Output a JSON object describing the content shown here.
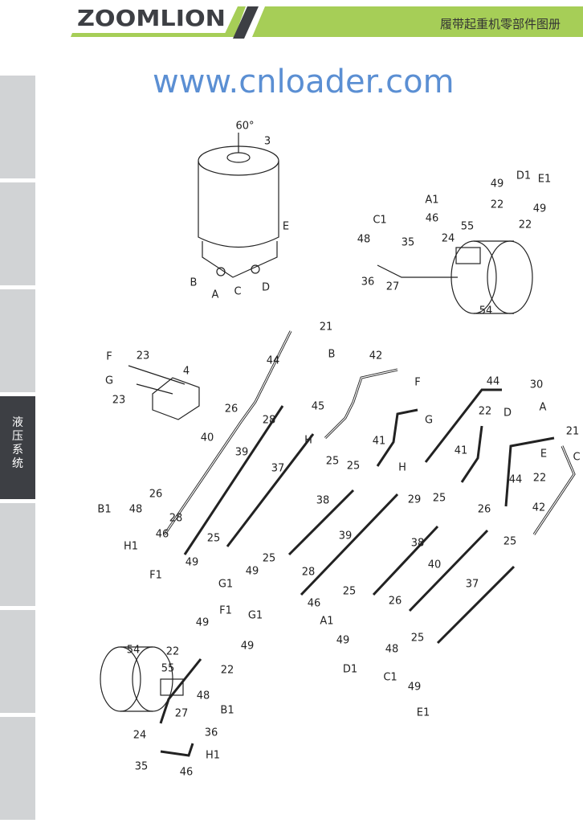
{
  "header": {
    "logo": "ZOOMLION",
    "title": "履带起重机零部件图册",
    "accent": "#a6ce57",
    "dark": "#3d3f44"
  },
  "sidebar": {
    "tabs": [
      "",
      "",
      "",
      "液压系统",
      "",
      "",
      ""
    ],
    "active_index": 3
  },
  "watermark": "www.cnloader.com",
  "callouts": [
    "60°",
    "3",
    "E",
    "B",
    "A",
    "C",
    "D",
    "D1",
    "E1",
    "49",
    "49",
    "A1",
    "C1",
    "46",
    "22",
    "22",
    "55",
    "48",
    "35",
    "24",
    "36",
    "27",
    "54",
    "21",
    "B",
    "44",
    "42",
    "F",
    "F",
    "23",
    "4",
    "G",
    "23",
    "30",
    "A",
    "44",
    "26",
    "45",
    "28",
    "G",
    "22",
    "D",
    "21",
    "C",
    "40",
    "39",
    "H",
    "41",
    "E",
    "22",
    "44",
    "25",
    "37",
    "25",
    "H",
    "41",
    "29",
    "25",
    "26",
    "48",
    "B1",
    "28",
    "46",
    "H1",
    "38",
    "39",
    "26",
    "42",
    "25",
    "38",
    "25",
    "49",
    "F1",
    "25",
    "49",
    "G1",
    "40",
    "37",
    "28",
    "46",
    "A1",
    "25",
    "26",
    "49",
    "F1",
    "G1",
    "49",
    "22",
    "22",
    "54",
    "55",
    "49",
    "D1",
    "48",
    "C1",
    "25",
    "49",
    "E1",
    "48",
    "B1",
    "27",
    "36",
    "24",
    "H1",
    "35",
    "46"
  ]
}
